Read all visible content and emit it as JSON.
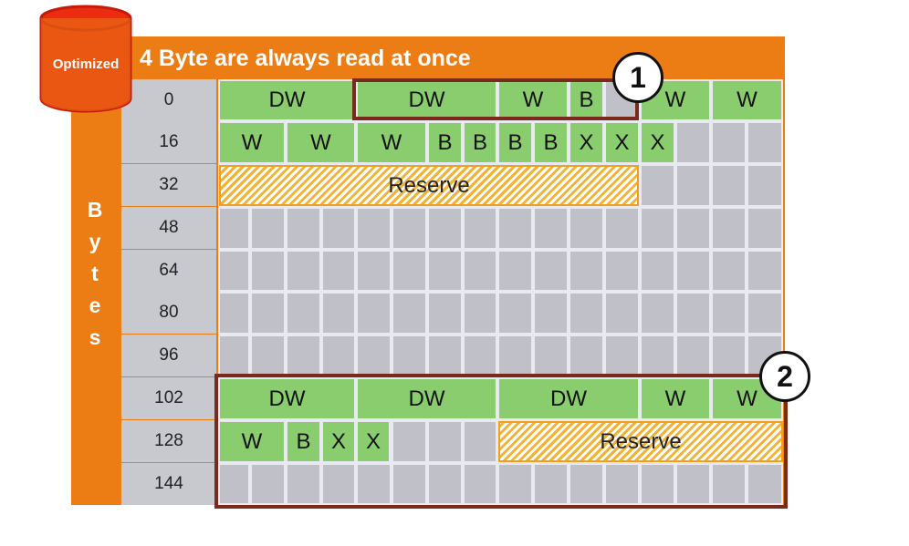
{
  "title": "4 Byte are always read at once",
  "badge": "Optimized",
  "side_label": [
    "B",
    "y",
    "t",
    "e",
    "s"
  ],
  "rows": [
    "0",
    "16",
    "32",
    "48",
    "64",
    "80",
    "96",
    "102",
    "128",
    "144"
  ],
  "labels": {
    "dw": "DW",
    "w": "W",
    "b": "B",
    "x": "X",
    "reserve": "Reserve"
  },
  "callouts": [
    "1",
    "2"
  ],
  "colors": {
    "orange": "#ec7c14",
    "green": "#8acd6e",
    "gray": "#bfc0c8",
    "highlight": "#7a2a1a"
  }
}
